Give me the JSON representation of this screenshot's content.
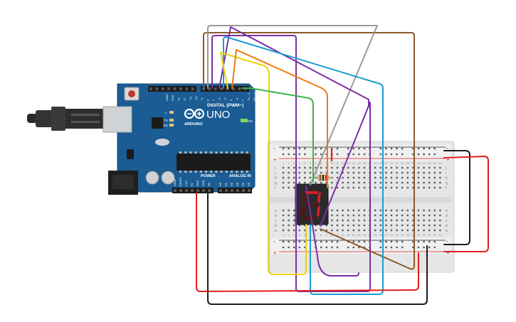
{
  "arduino": {
    "model": "UNO",
    "brand": "ARDUINO",
    "digital_header": "DIGITAL (PWM~)",
    "power_header": "POWER",
    "analog_header": "ANALOG IN",
    "on_label": "ON",
    "tx_label": "TX",
    "rx_label": "RX",
    "l_label": "L",
    "aref_label": "AREF",
    "gnd_label": "GND",
    "ioref_label": "IOREF",
    "reset_label": "RESET",
    "v33_label": "3.3V",
    "v5_label": "5V",
    "gnd2_label": "GND",
    "vin_label": "Vin",
    "digital_pins": [
      "13",
      "12",
      "~11",
      "~10",
      "~9",
      "8",
      "7",
      "~6",
      "~5",
      "4",
      "~3",
      "2",
      "TX→1",
      "RX←0"
    ],
    "analog_pins": [
      "A0",
      "A1",
      "A2",
      "A3",
      "A4",
      "A5"
    ]
  },
  "display": {
    "digit": "7",
    "segment_color": "#e01e1e",
    "off_color": "#5a1414"
  },
  "breadboard": {
    "column_labels": [
      "1",
      "2",
      "3",
      "4",
      "5",
      "6",
      "7",
      "8",
      "9",
      "10",
      "11",
      "12",
      "13",
      "14",
      "15",
      "16",
      "17",
      "18",
      "19",
      "20",
      "21",
      "22",
      "23",
      "24",
      "25",
      "26",
      "27",
      "28",
      "29",
      "30"
    ],
    "row_labels_top": [
      "j",
      "i",
      "h",
      "g",
      "f"
    ],
    "row_labels_bottom": [
      "e",
      "d",
      "c",
      "b",
      "a"
    ],
    "plus_sign": "+",
    "minus_sign": "-"
  },
  "wires": {
    "colors": [
      "#8b5a2b",
      "#9a9a9a",
      "#7b2fa6",
      "#1b9cd0",
      "#f2d200",
      "#ef7a12",
      "#3bb64a",
      "#e01e1e",
      "#1c1c1c"
    ]
  }
}
